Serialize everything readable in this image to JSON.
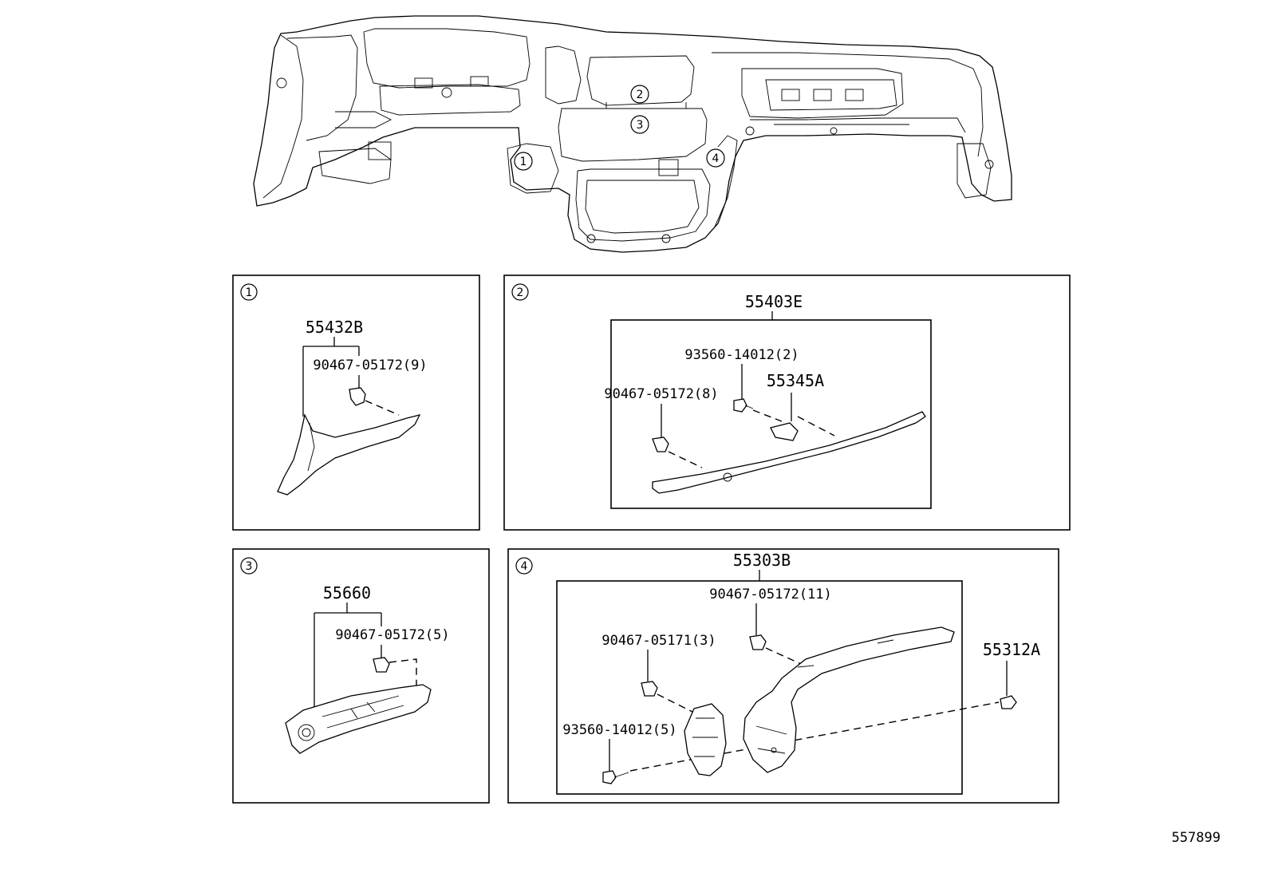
{
  "overview": {
    "callouts": [
      "1",
      "2",
      "3",
      "4"
    ]
  },
  "panels": [
    {
      "num": "1",
      "part": "55432B",
      "sub": [
        "90467-05172(9)"
      ]
    },
    {
      "num": "2",
      "part": "55403E",
      "sub": [
        "93560-14012(2)",
        "55345A",
        "90467-05172(8)"
      ]
    },
    {
      "num": "3",
      "part": "55660",
      "sub": [
        "90467-05172(5)"
      ]
    },
    {
      "num": "4",
      "part": "55303B",
      "sub": [
        "90467-05172(11)",
        "90467-05171(3)",
        "93560-14012(5)",
        "55312A"
      ]
    }
  ],
  "footer": {
    "ref": "557899"
  }
}
